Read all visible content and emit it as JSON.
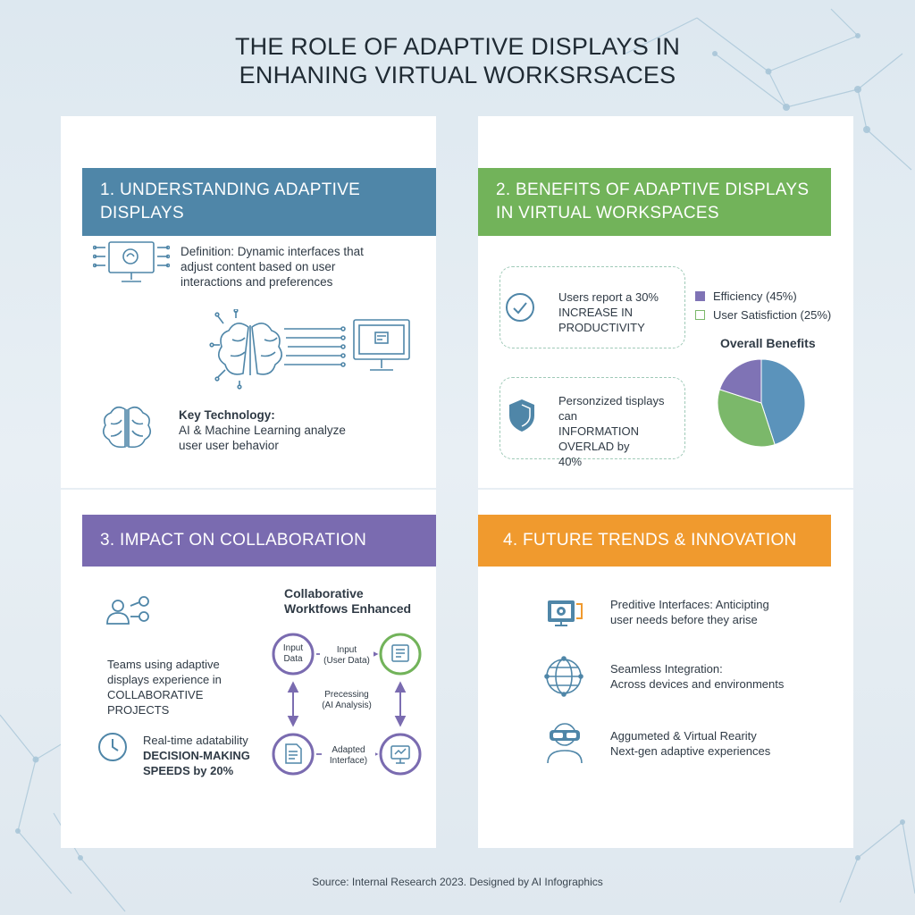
{
  "title": {
    "line1": "THE ROLE OF ADAPTIVE DISPLAYS IN",
    "line2": "ENHANING VIRTUAL WORKSRSACES"
  },
  "colors": {
    "blue": "#4f86a8",
    "green": "#72b35a",
    "purple": "#7a6bb0",
    "orange": "#f09a2e"
  },
  "section1": {
    "header": "1. UNDERSTANDING ADAPTIVE DISPLAYS",
    "definition": [
      "Definition: Dynamic interfaces that",
      "adjust content based on user",
      "interactions and preferences"
    ],
    "key_tech_title": "Key Technology:",
    "key_tech_lines": [
      "AI & Machine Learning analyze",
      "user user behavior"
    ],
    "icons": [
      "monitor-circuit-icon",
      "brain-to-monitor-icon",
      "brain-icon"
    ]
  },
  "section2": {
    "header_line1": "2. BENEFITS OF ADAPTIVE DISPLAYS",
    "header_line2": "IN VIRTUAL WORKSPACES",
    "stat1": [
      "Users report a 30%",
      "INCREASE IN",
      "PRODUCTIVITY"
    ],
    "stat2": [
      "Personzized tisplays can",
      "INFORMATION",
      "OVERLAD by",
      "40%"
    ],
    "icons": [
      "checkmark-gauge-icon",
      "shield-icon"
    ]
  },
  "chart_data": {
    "type": "pie",
    "title": "Overall Benefits",
    "legend": [
      "Efficiency (45%)",
      "User Satisfiction (25%)"
    ],
    "slices": [
      {
        "color": "#5b93bb",
        "value": 45
      },
      {
        "color": "#7bb86a",
        "value": 35
      },
      {
        "color": "#7f73b5",
        "value": 20
      }
    ],
    "legend_colors": [
      "#7f73b5",
      "#7bb86a"
    ]
  },
  "section3": {
    "header": "3. IMPACT ON COLLABORATION",
    "teams": [
      "Teams using adaptive",
      "displays experience in",
      "COLLABORATIVE PROJECTS"
    ],
    "realtime": [
      "Real-time adatability",
      "DECISION-MAKING",
      "SPEEDS by 20%"
    ],
    "workflow_title": [
      "Collaborative",
      "Worktfows Enhanced"
    ],
    "node_input": [
      "Input",
      "Data"
    ],
    "arrow_input": [
      "Input",
      "(User Data)"
    ],
    "processing": [
      "Precessing",
      "(AI Analysis)"
    ],
    "adapted": [
      "Adapted",
      "Interface)"
    ],
    "icons": [
      "user-share-icon",
      "clock-icon",
      "form-icon",
      "document-icon",
      "screen-icon"
    ]
  },
  "section4": {
    "header": "4. FUTURE TRENDS & INNOVATION",
    "item1": [
      "Preditive Interfaces: Anticipting",
      "user needs before they arise"
    ],
    "item2": [
      "Seamless Integration:",
      "Across devices and environments"
    ],
    "item3": [
      "Aggumeted & Virtual Rearity",
      "Next-gen adaptive experiences"
    ],
    "icons": [
      "projector-eye-icon",
      "globe-icon",
      "vr-headset-icon"
    ]
  },
  "footer": "Source: Internal Research 2023. Designed by AI Infographics"
}
